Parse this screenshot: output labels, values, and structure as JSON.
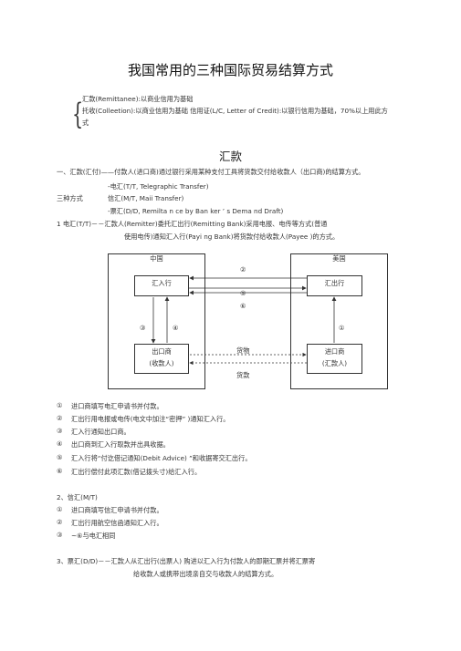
{
  "title": "我国常用的三种国际贸易结算方式",
  "intro": {
    "items": [
      "汇款(Remittanee):以商业信用为基础",
      "托收(Colleetion):以商业信用为基础 信用证(L/C, Letter of Credit):以银行信用为基础，70%以上用此方",
      "式"
    ]
  },
  "section_title": "汇款",
  "paragraphs": {
    "p1": "一、汇款(汇付)——付款人(进口商)通过银行采用某种支付工具将货款交付给收款人（出口商)的结算方式。",
    "p2": "-电汇(T/T, Telegraphic Transfer)",
    "p3a": "三种方式",
    "p3b": "信汇(M/T, Maii Transfer)",
    "p4": "-票汇(D/D, Remilta n ce by Ban ker ’ s Dema nd Draft)",
    "p5": "1 电汇(T/T)－－汇款人(Remitter)委托汇出行(Remitting Bank)采用电报、电传等方式(普通",
    "p6": "使用电传)通知汇入行(Payi ng Bank)将货款付给收款人(Payee )的方式。"
  },
  "diagram": {
    "china": "中国",
    "usa": "美国",
    "receiving_bank": "汇入行",
    "remitting_bank": "汇出行",
    "exporter_line1": "出口商",
    "exporter_line2": "(收款人)",
    "importer_line1": "进口商",
    "importer_line2": "(汇款人)",
    "goods": "货物",
    "payment": "货款",
    "step1": "①",
    "step2": "②",
    "step3": "③",
    "step4": "④",
    "step5": "⑤",
    "step6": "⑥"
  },
  "steps_tt": [
    {
      "n": "①",
      "t": "进口商填写电汇申请书并付款。"
    },
    {
      "n": "②",
      "t": "汇出行用电报或电传(电文中加注“密押”          )通知汇入行。"
    },
    {
      "n": "③",
      "t": "汇入行通知出口商。"
    },
    {
      "n": "④",
      "t": "出口商到汇入行取款并出具收据。"
    },
    {
      "n": "⑤",
      "t": "汇入行将“付讫借记通知(Debit Advice) ”和收据寄交汇出行。"
    },
    {
      "n": "⑥",
      "t": "汇出行偿付此项汇款(借记拨头寸)给汇入行。"
    }
  ],
  "mt": {
    "heading": "2、信汇(M/T)",
    "items": [
      {
        "n": "①",
        "t": "进口商填写信汇申请书并付款。"
      },
      {
        "n": "②",
        "t": "汇出行用航空信函通知汇入行。"
      },
      {
        "n": "③",
        "t": "~⑥与电汇相同"
      }
    ]
  },
  "dd": {
    "line1": "3、票汇(D/D)－－汇款人从汇出行(出票人)                    购进以汇入行为付款人的即期汇票并将汇票寄",
    "line2": "给收款人或携带出境亲自交与收款人的结算方式。"
  }
}
